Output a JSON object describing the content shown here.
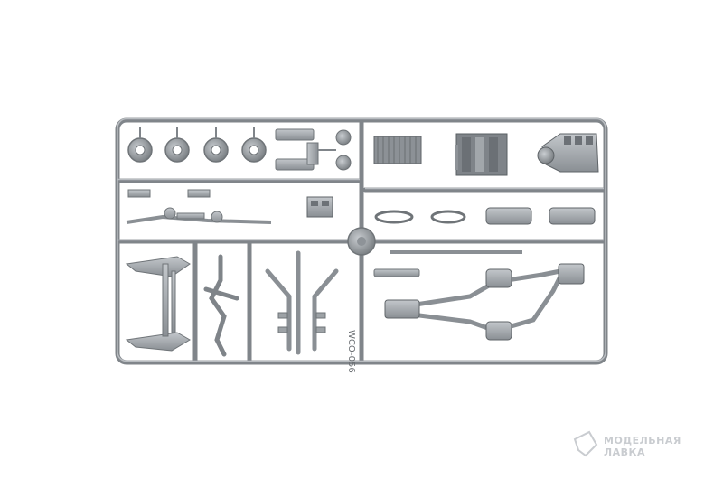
{
  "photo": {
    "subject": "plastic model kit sprue",
    "colors": {
      "background": "#ffffff",
      "plastic": "#9ea3a8",
      "plastic_dark": "#6f7478",
      "plastic_light": "#c3c7cb",
      "watermark": "#c9ccd0"
    }
  },
  "sprue": {
    "part_number": "WCO-056"
  },
  "watermark": {
    "line1": "МОДЕЛЬНАЯ",
    "line2": "ЛАВКА"
  }
}
